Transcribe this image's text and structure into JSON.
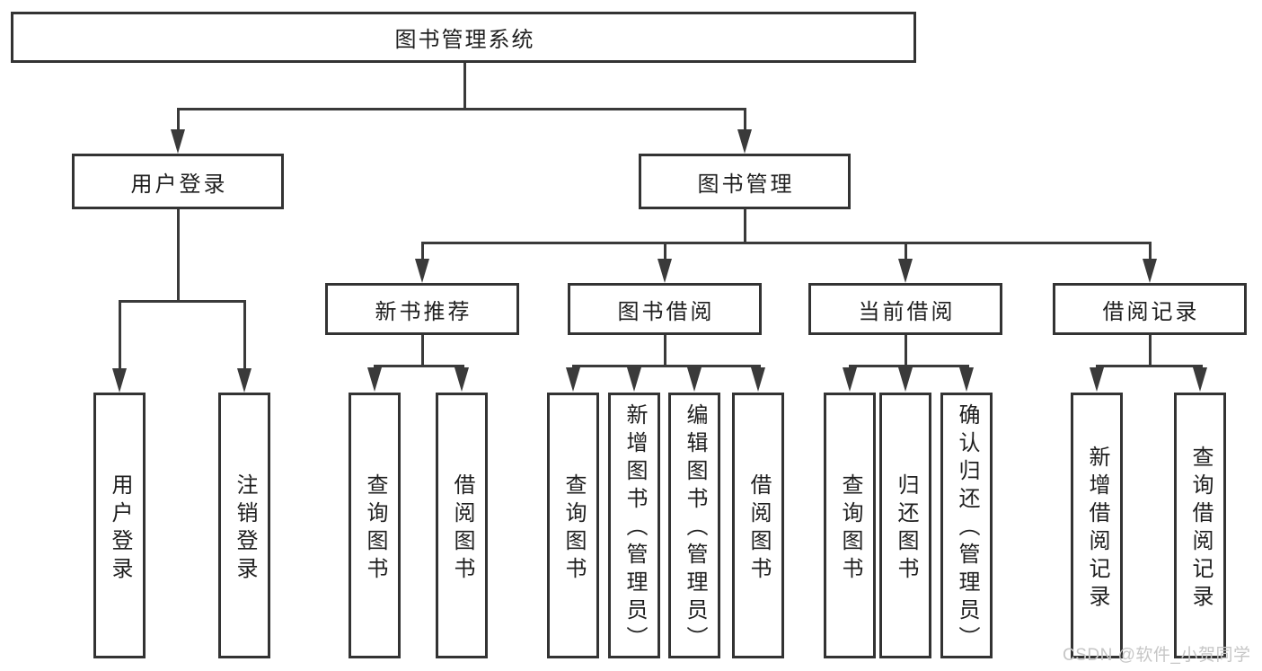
{
  "diagram": {
    "root": {
      "label": "图书管理系统"
    },
    "level2": {
      "user_login": "用户登录",
      "book_mgmt": "图书管理"
    },
    "level3": {
      "new_books": "新书推荐",
      "book_borrow": "图书借阅",
      "current_borrow": "当前借阅",
      "borrow_records": "借阅记录"
    },
    "leaves": {
      "user_login": [
        "用户登录",
        "注销登录"
      ],
      "new_books": [
        "查询图书",
        "借阅图书"
      ],
      "book_borrow": [
        "查询图书",
        "新增图书（管理员）",
        "编辑图书（管理员）",
        "借阅图书"
      ],
      "current_borrow": [
        "查询图书",
        "归还图书",
        "确认归还（管理员）"
      ],
      "borrow_records": [
        "新增借阅记录",
        "查询借阅记录"
      ]
    }
  },
  "watermark": "CSDN @软件_小贺同学",
  "colors": {
    "line": "#3a3a3a",
    "box_border": "#333333",
    "text": "#1f1f1f",
    "background": "#ffffff",
    "watermark": "#c6c6c6"
  }
}
